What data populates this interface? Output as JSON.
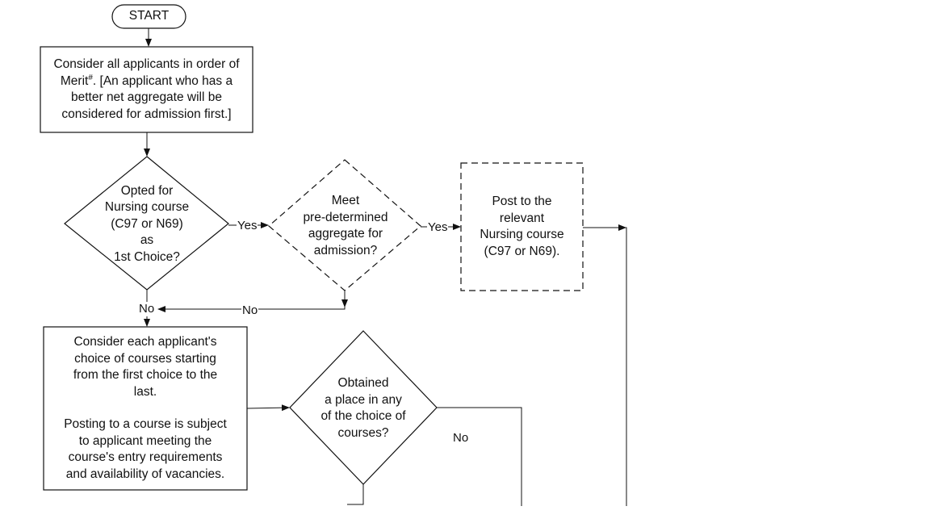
{
  "start": "START",
  "merit_box": {
    "line1": "Consider all applicants in order of",
    "line2_a": "Merit",
    "line2_sup": "#",
    "line2_b": ". [An applicant who has a",
    "line3": "better net aggregate will be",
    "line4": "considered for admission first.]"
  },
  "nursing_decision": [
    "Opted for",
    "Nursing course",
    "(C97 or N69)",
    "as",
    "1st Choice?"
  ],
  "aggregate_decision": [
    "Meet",
    "pre-determined",
    "aggregate for",
    "admission?"
  ],
  "post_box": [
    "Post to the",
    "relevant",
    "Nursing course",
    "(C97 or N69)."
  ],
  "choice_box": {
    "para1": [
      "Consider each applicant's",
      "choice of courses starting",
      "from the first choice to the",
      "last."
    ],
    "para2": [
      "Posting to a course is subject",
      "to applicant meeting the",
      "course's entry requirements",
      "and availability of vacancies."
    ]
  },
  "place_decision": [
    "Obtained",
    "a place in any",
    "of the choice of",
    "courses?"
  ],
  "labels": {
    "yes_1": "Yes",
    "yes_2": "Yes",
    "no_1": "No",
    "no_2": "No",
    "no_3": "No"
  }
}
